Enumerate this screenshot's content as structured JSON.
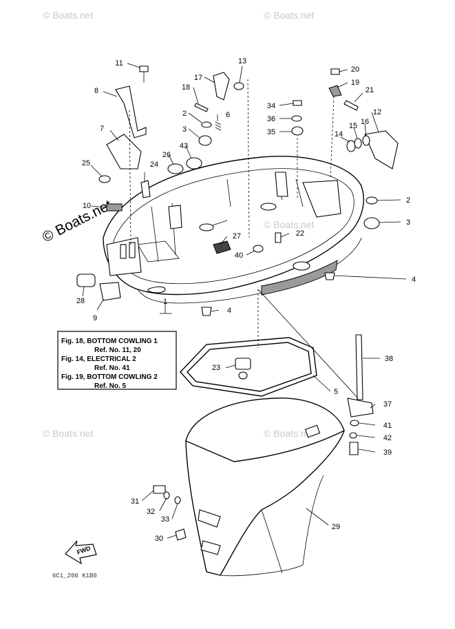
{
  "watermarks": {
    "small": "© Boats.net",
    "large": "© Boats.net"
  },
  "diagram_code": "6C1_200 K1B0",
  "fwd_label": "FWD",
  "reference_box": [
    "Fig. 18, BOTTOM COWLING 1",
    "Ref. No. 11, 20",
    "Fig. 14, ELECTRICAL 2",
    "Ref. No. 41",
    "Fig. 19, BOTTOM COWLING 2",
    "Ref. No. 5"
  ],
  "callouts": {
    "c1": "1",
    "c2a": "2",
    "c2b": "2",
    "c3a": "3",
    "c3b": "3",
    "c4a": "4",
    "c4b": "4",
    "c5": "5",
    "c6": "6",
    "c7": "7",
    "c8": "8",
    "c9": "9",
    "c10": "10",
    "c11": "11",
    "c12": "12",
    "c13": "13",
    "c14": "14",
    "c15": "15",
    "c16": "16",
    "c17": "17",
    "c18": "18",
    "c19": "19",
    "c20": "20",
    "c21": "21",
    "c22": "22",
    "c23": "23",
    "c24": "24",
    "c25": "25",
    "c26": "26",
    "c27": "27",
    "c28": "28",
    "c29": "29",
    "c30": "30",
    "c31": "31",
    "c32": "32",
    "c33": "33",
    "c34": "34",
    "c35": "35",
    "c36": "36",
    "c37": "37",
    "c38": "38",
    "c39": "39",
    "c40": "40",
    "c41": "41",
    "c42": "42",
    "c43": "43"
  }
}
